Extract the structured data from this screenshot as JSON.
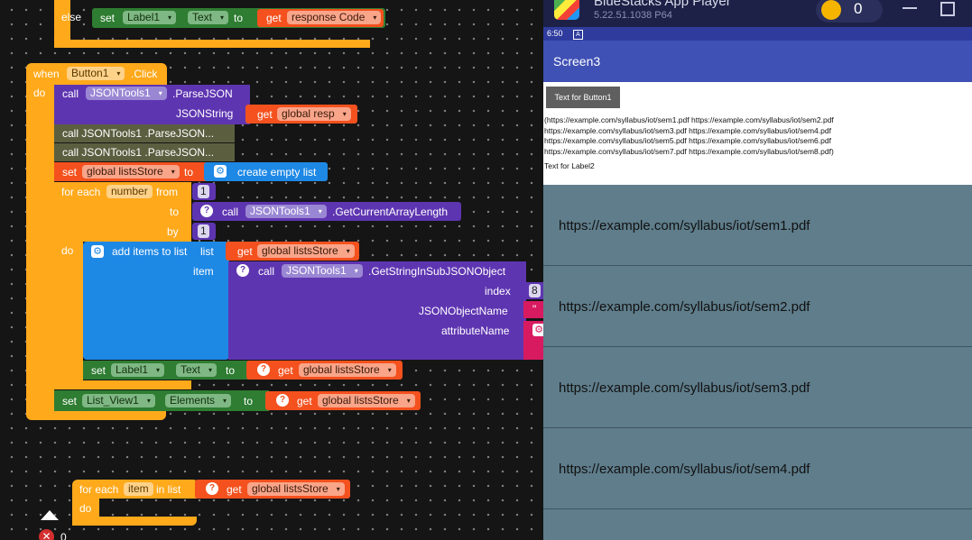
{
  "blocks": {
    "else_row": {
      "else": "else",
      "set": "set",
      "component": "Label1",
      "property": "Text",
      "to": "to",
      "get": "get",
      "var": "response Code"
    },
    "event": {
      "when": "when",
      "component": "Button1",
      "event": ".Click",
      "do": "do"
    },
    "parse_call": {
      "call": "call",
      "component": "JSONTools1",
      "method": ".ParseJSON",
      "param": "JSONString",
      "get": "get",
      "var": "global resp"
    },
    "disabled_1": "call  JSONTools1 .ParseJSON...",
    "disabled_2": "call  JSONTools1 .ParseJSON...",
    "set_store": {
      "set": "set",
      "var": "global listsStore",
      "to": "to",
      "create": "create empty list"
    },
    "for_range": {
      "label": "for each",
      "var": "number",
      "from": "from",
      "from_val": "1",
      "to": "to",
      "call": "call",
      "component": "JSONTools1",
      "method": ".GetCurrentArrayLength",
      "by": "by",
      "by_val": "1",
      "do": "do"
    },
    "add_items": {
      "label": "add items to list",
      "list": "list",
      "get": "get",
      "var": "global listsStore",
      "item": "item",
      "call": "call",
      "component": "JSONTools1",
      "method": ".GetStringInSubJSONObject",
      "index": "index",
      "index_val": "8",
      "obj": "JSONObjectName",
      "obj_val": "\"",
      "attr": "attributeName"
    },
    "set_label": {
      "set": "set",
      "component": "Label1",
      "property": "Text",
      "to": "to",
      "get": "get",
      "var": "global listsStore"
    },
    "set_listview": {
      "set": "set",
      "component": "List_View1",
      "property": "Elements",
      "to": "to",
      "get": "get",
      "var": "global listsStore"
    },
    "for_list": {
      "label": "for each",
      "var": "item",
      "in": "in list",
      "get": "get",
      "var2": "global listsStore",
      "do": "do"
    },
    "warnings": {
      "count": "0"
    }
  },
  "emulator": {
    "title": "BlueStacks App Player",
    "version": "5.22.51.1038  P64",
    "coins": "0",
    "time": "6:50",
    "status_icon": "A",
    "screen_title": "Screen3",
    "button_text": "Text for Button1",
    "label1_text": "(https://example.com/syllabus/iot/sem1.pdf https://example.com/syllabus/iot/sem2.pdf https://example.com/syllabus/iot/sem3.pdf https://example.com/syllabus/iot/sem4.pdf https://example.com/syllabus/iot/sem5.pdf https://example.com/syllabus/iot/sem6.pdf https://example.com/syllabus/iot/sem7.pdf https://example.com/syllabus/iot/sem8.pdf)",
    "label2_text": "Text for Label2",
    "list_items": [
      "https://example.com/syllabus/iot/sem1.pdf",
      "https://example.com/syllabus/iot/sem2.pdf",
      "https://example.com/syllabus/iot/sem3.pdf",
      "https://example.com/syllabus/iot/sem4.pdf"
    ]
  },
  "colors": {
    "control": "#ffa91b",
    "procedure": "#5e35b1",
    "variable": "#f4511e",
    "component_setter": "#2e7d32",
    "list": "#1e88e5",
    "app_bar": "#3f51b5",
    "list_bg": "#5f7d8b"
  }
}
